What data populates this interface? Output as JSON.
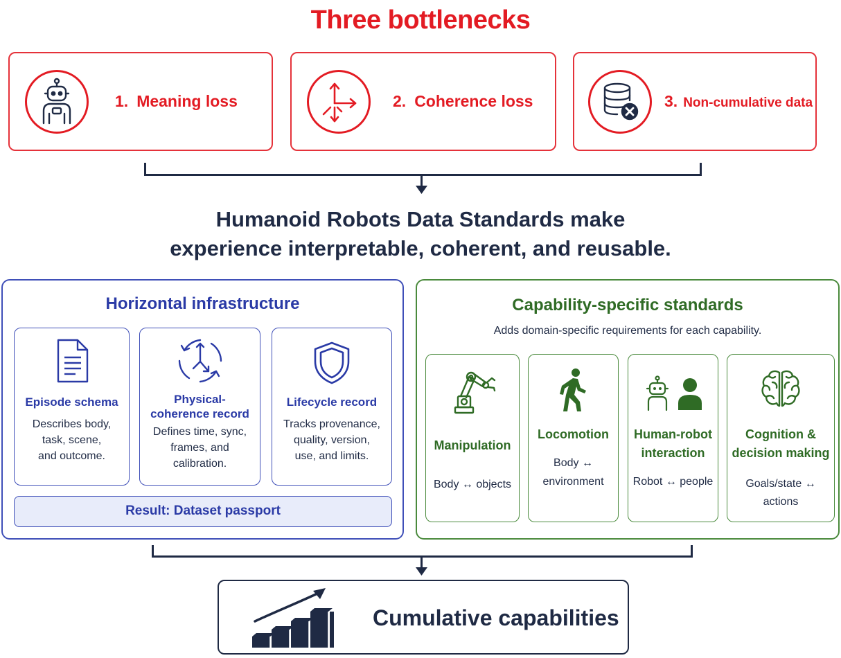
{
  "title": "Three bottlenecks",
  "bottlenecks": [
    {
      "number": "1.",
      "label": "Meaning loss",
      "icon": "robot-icon"
    },
    {
      "number": "2.",
      "label": "Coherence loss",
      "icon": "axes-icon"
    },
    {
      "number": "3.",
      "label": "Non-cumulative data",
      "icon": "database-error-icon"
    }
  ],
  "subtitle": {
    "line1": "Humanoid Robots Data Standards make",
    "line2": "experience interpretable, coherent, and reusable."
  },
  "horizontal": {
    "title": "Horizontal infrastructure",
    "cards": [
      {
        "title": "Episode schema",
        "desc": [
          "Describes body,",
          "task, scene,",
          "and outcome."
        ],
        "icon": "document-icon"
      },
      {
        "title": "Physical-coherence record",
        "desc": [
          "Defines time, sync,",
          "frames, and",
          "calibration."
        ],
        "icon": "clock-sync-icon"
      },
      {
        "title": "Lifecycle record",
        "desc": [
          "Tracks provenance,",
          "quality, version,",
          "use, and limits."
        ],
        "icon": "shield-icon"
      }
    ],
    "result": "Result: Dataset passport"
  },
  "capability": {
    "title": "Capability-specific standards",
    "subtitle": "Adds domain-specific requirements for each capability.",
    "cards": [
      {
        "title": [
          "Manipulation"
        ],
        "desc": [
          "Body ↔ objects"
        ],
        "icon": "robot-arm-icon"
      },
      {
        "title": [
          "Locomotion"
        ],
        "desc": [
          "Body ↔",
          "environment"
        ],
        "icon": "walking-person-icon"
      },
      {
        "title": [
          "Human-robot",
          "interaction"
        ],
        "desc": [
          "Robot ↔ people"
        ],
        "icon": "robot-and-person-icon"
      },
      {
        "title": [
          "Cognition &",
          "decision making"
        ],
        "desc": [
          "Goals/state ↔",
          "actions"
        ],
        "icon": "brain-icon"
      }
    ]
  },
  "result_final": {
    "label": "Cumulative capabilities",
    "icon": "growth-bars-icon"
  },
  "colors": {
    "red": "#e31b23",
    "navy": "#1f2a44",
    "blue": "#2a3aa6",
    "green": "#2f6b25",
    "light_blue": "#e8ecfa"
  }
}
